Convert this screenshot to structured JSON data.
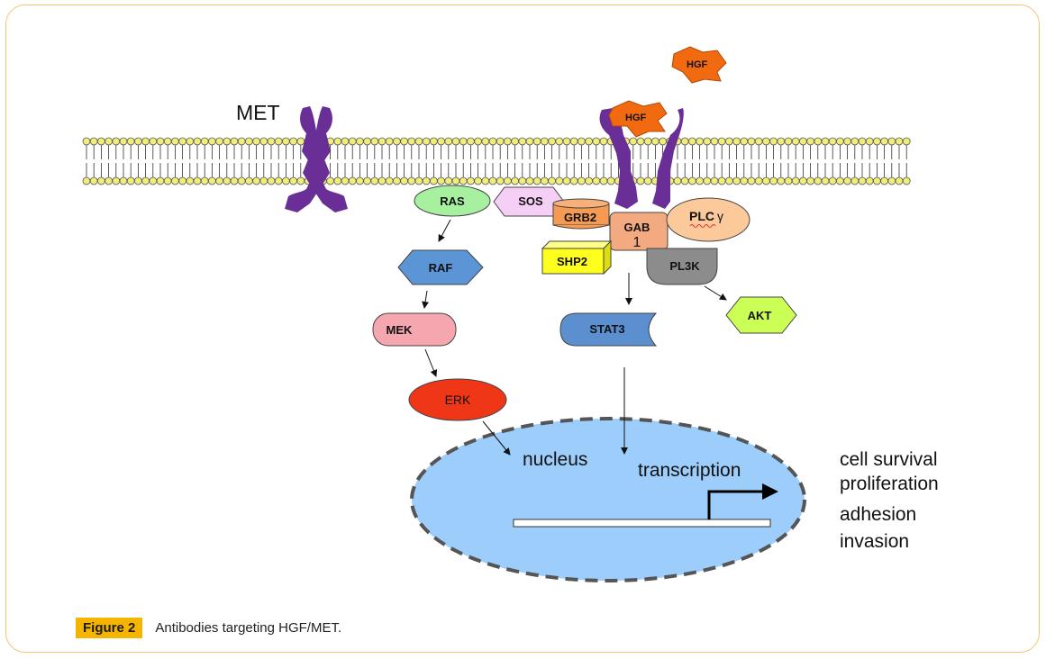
{
  "diagram": {
    "receptor_label": "MET",
    "ligand_label": "HGF",
    "proteins": {
      "ras": "RAS",
      "sos": "SOS",
      "grb2": "GRB2",
      "gab_line1": "GAB",
      "gab_line2": "1",
      "plc": "PLC",
      "plc_symbol": "γ",
      "shp2": "SHP2",
      "pl3k": "PL3K",
      "raf": "RAF",
      "mek": "MEK",
      "erk": "ERK",
      "stat3": "STAT3",
      "akt": "AKT"
    },
    "nucleus_label": "nucleus",
    "transcription_label": "transcription",
    "outcomes": [
      "cell survival",
      "proliferation",
      "adhesion",
      "invasion"
    ],
    "colors": {
      "receptor": "#6a2f96",
      "hgf": "#f26a10",
      "ras": "#a7f0a0",
      "sos": "#f6cff6",
      "grb2": "#f59a52",
      "gab": "#f3aa80",
      "plc": "#fcc99a",
      "shp2": "#ffff1e",
      "pl3k": "#8c8c8c",
      "raf": "#5b95d6",
      "mek": "#f6a6ae",
      "erk": "#ef3616",
      "stat3": "#5b8fd0",
      "akt": "#ccff55",
      "nucleus": "#9dcdfb",
      "membrane_head": "#f1ed7a"
    }
  },
  "caption": {
    "label": "Figure 2",
    "text": "Antibodies targeting HGF/MET."
  }
}
